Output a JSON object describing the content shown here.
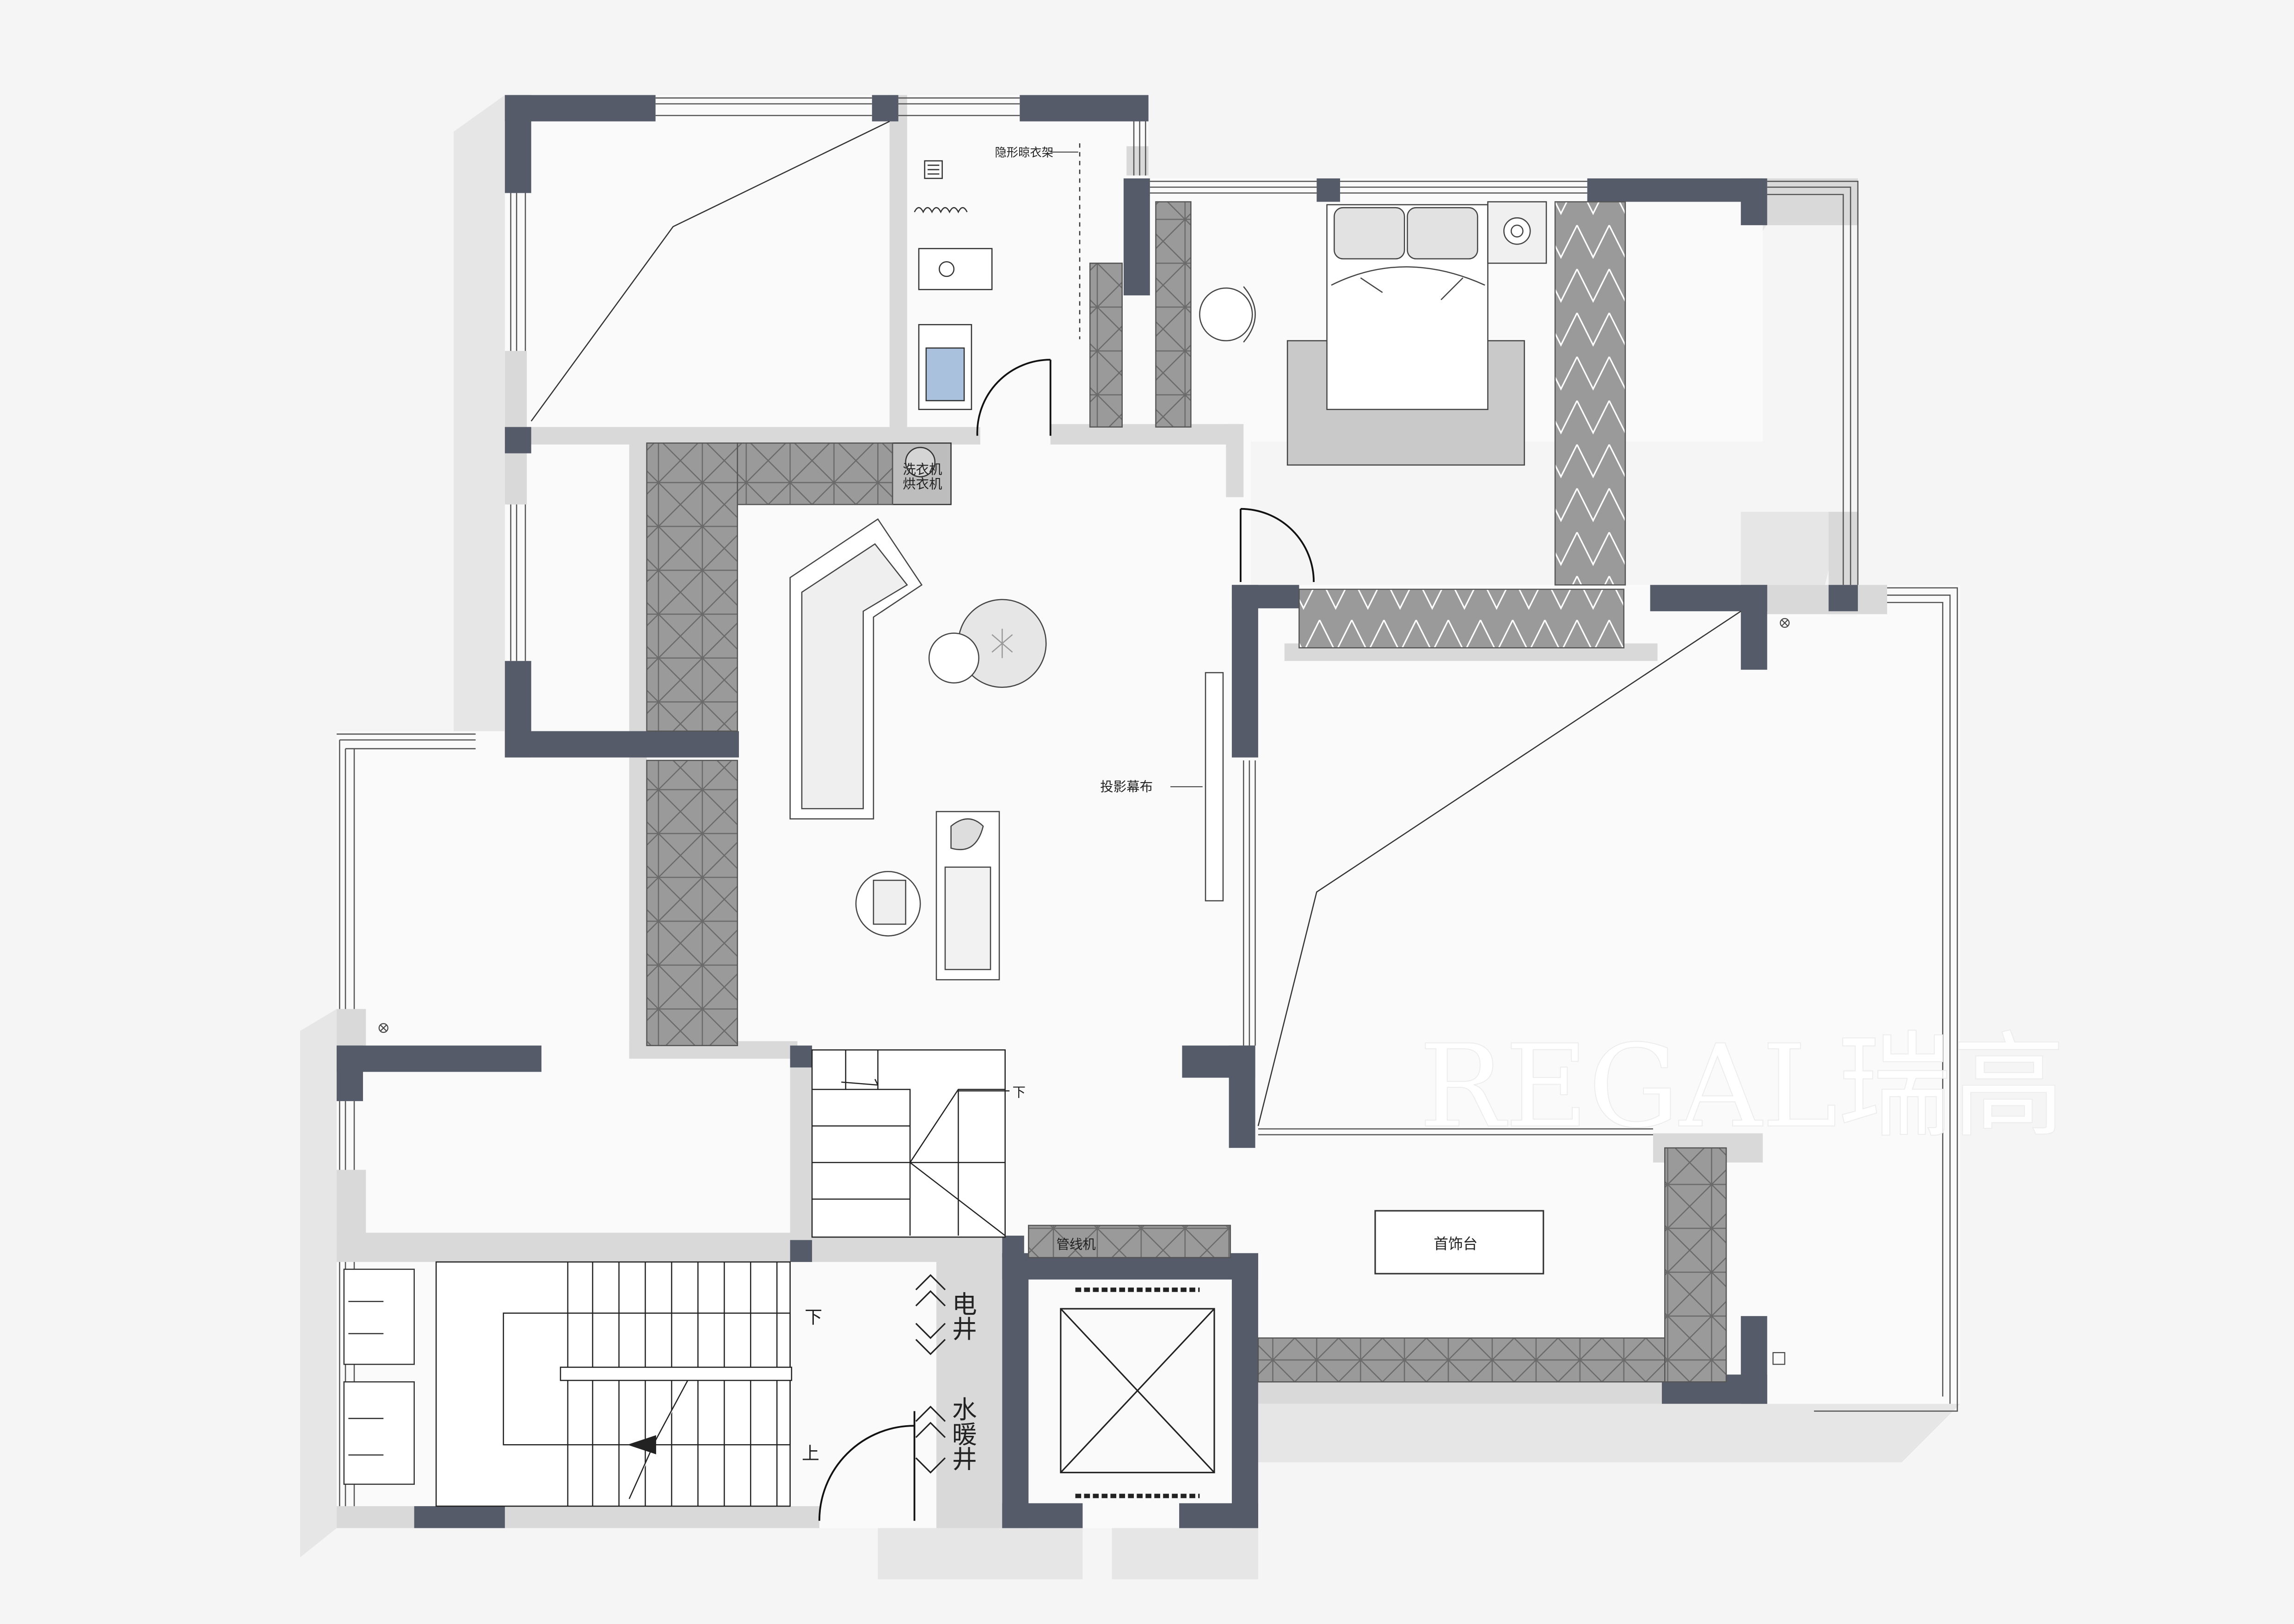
{
  "labels": {
    "hidden_drying_rack": "隐形晾衣架",
    "washer": "洗衣机",
    "dryer": "烘衣机",
    "projection_screen": "投影幕布",
    "stair_down_upper": "下",
    "stair_down_lower": "下",
    "stair_up_lower": "上",
    "pipe_machine": "管线机",
    "electric_shaft": "电井",
    "water_heating_shaft": "水暖井",
    "jewelry_counter": "首饰台"
  },
  "watermark": {
    "text": "REGAL瑞高"
  },
  "colors": {
    "background": "#f5f5f5",
    "shadow": "#e7e7e7",
    "floor": "#fafafa",
    "wall_dark": "#555b68",
    "wall_light": "#d9d9d9",
    "cabinet": "#9a9a9a",
    "rug": "#c9c9c9",
    "sink_water": "#a9c1dd",
    "line": "#222222"
  }
}
